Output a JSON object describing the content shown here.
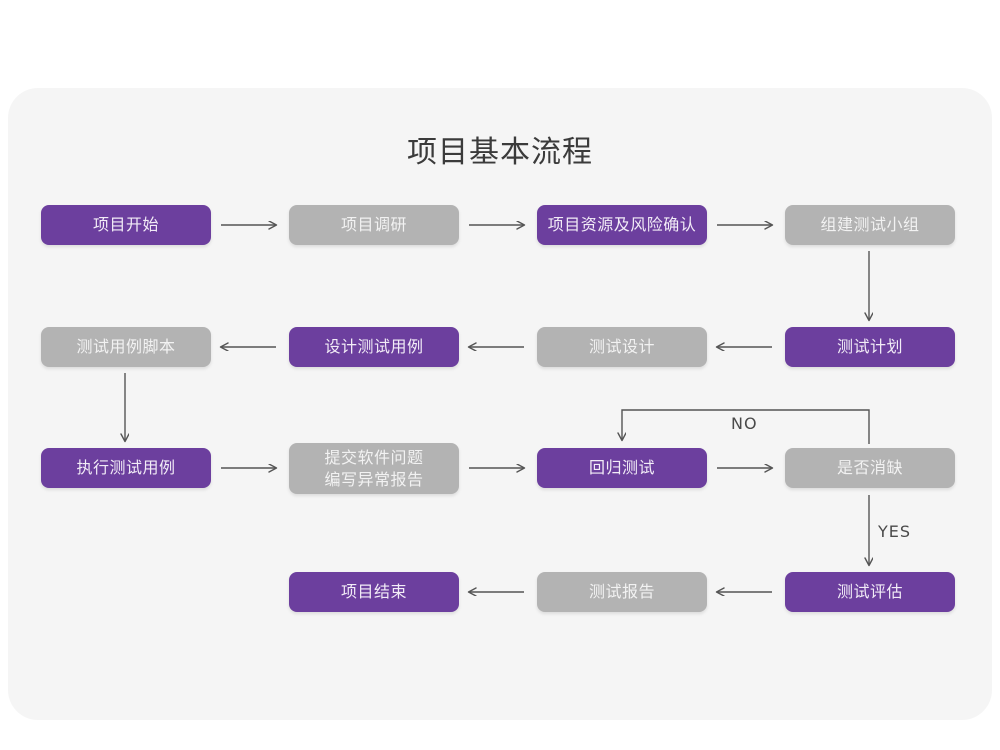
{
  "page": {
    "background": "#ffffff",
    "panel_background": "#f5f5f5"
  },
  "title": "项目基本流程",
  "colors": {
    "active": "#6c3f9e",
    "inactive": "#b3b3b3",
    "active_text": "#f2ecf7",
    "inactive_text": "#f2f2f2",
    "arrow": "#555555",
    "title_text": "#3b3b3b"
  },
  "diagram": {
    "type": "flowchart",
    "nodes": [
      {
        "id": "n1",
        "label": "项目开始",
        "state": "active",
        "row": 1,
        "col": 1
      },
      {
        "id": "n2",
        "label": "项目调研",
        "state": "inactive",
        "row": 1,
        "col": 2
      },
      {
        "id": "n3",
        "label": "项目资源及风险确认",
        "state": "active",
        "row": 1,
        "col": 3
      },
      {
        "id": "n4",
        "label": "组建测试小组",
        "state": "inactive",
        "row": 1,
        "col": 4
      },
      {
        "id": "n5",
        "label": "测试用例脚本",
        "state": "inactive",
        "row": 2,
        "col": 1
      },
      {
        "id": "n6",
        "label": "设计测试用例",
        "state": "active",
        "row": 2,
        "col": 2
      },
      {
        "id": "n7",
        "label": "测试设计",
        "state": "inactive",
        "row": 2,
        "col": 3
      },
      {
        "id": "n8",
        "label": "测试计划",
        "state": "active",
        "row": 2,
        "col": 4
      },
      {
        "id": "n9",
        "label": "执行测试用例",
        "state": "active",
        "row": 3,
        "col": 1
      },
      {
        "id": "n10",
        "label": "提交软件问题\n编写异常报告",
        "state": "inactive",
        "row": 3,
        "col": 2
      },
      {
        "id": "n11",
        "label": "回归测试",
        "state": "active",
        "row": 3,
        "col": 3
      },
      {
        "id": "n12",
        "label": "是否消缺",
        "state": "inactive",
        "row": 3,
        "col": 4
      },
      {
        "id": "n13",
        "label": "项目结束",
        "state": "active",
        "row": 4,
        "col": 2
      },
      {
        "id": "n14",
        "label": "测试报告",
        "state": "inactive",
        "row": 4,
        "col": 3
      },
      {
        "id": "n15",
        "label": "测试评估",
        "state": "active",
        "row": 4,
        "col": 4
      }
    ],
    "edge_labels": [
      {
        "id": "lbl-no",
        "text": "NO",
        "from": "n12",
        "to": "n11"
      },
      {
        "id": "lbl-yes",
        "text": "YES",
        "from": "n12",
        "to": "n15"
      }
    ]
  }
}
